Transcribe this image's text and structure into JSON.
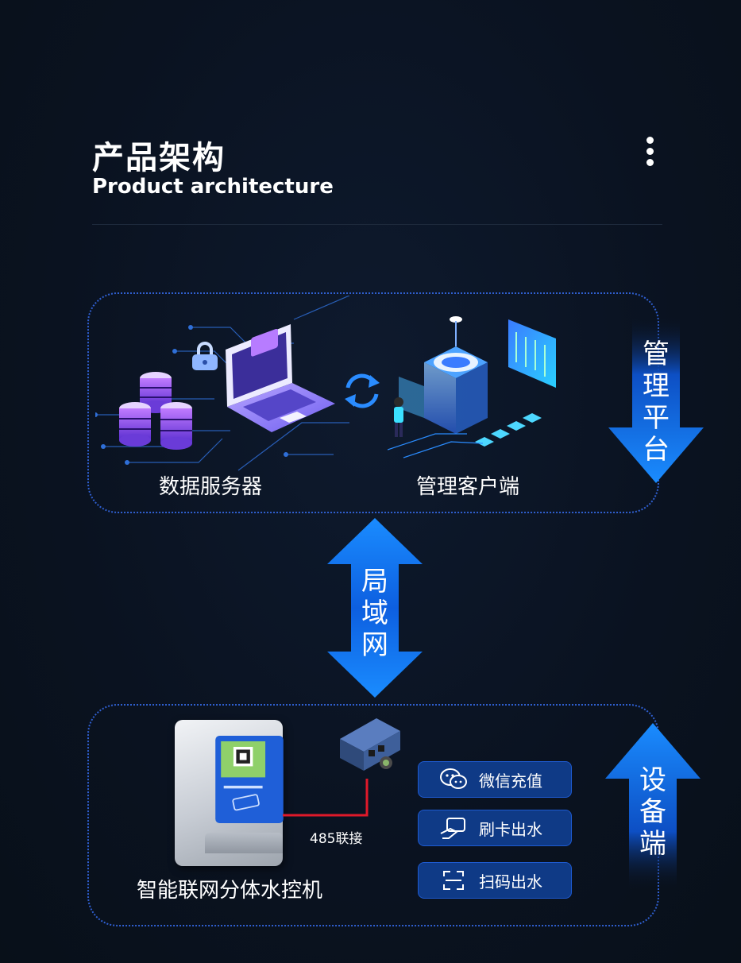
{
  "header": {
    "title_zh": "产品架构",
    "title_en": "Product architecture"
  },
  "management": {
    "server_label": "数据服务器",
    "client_label": "管理客户端",
    "side_label": "管理平台"
  },
  "network": {
    "label": "局域网"
  },
  "device_side": {
    "device_label": "智能联网分体水控机",
    "link_label": "485联接",
    "side_label": "设备端",
    "actions": [
      {
        "label": "微信充值",
        "icon": "wechat-icon"
      },
      {
        "label": "刷卡出水",
        "icon": "card-swipe-icon"
      },
      {
        "label": "扫码出水",
        "icon": "scan-icon"
      }
    ]
  },
  "colors": {
    "background": "#0b1322",
    "accent_blue": "#1a6cf0",
    "panel_border": "#2f5fd0",
    "button_bg": "#0f3a86",
    "link_red": "#e0192a"
  }
}
